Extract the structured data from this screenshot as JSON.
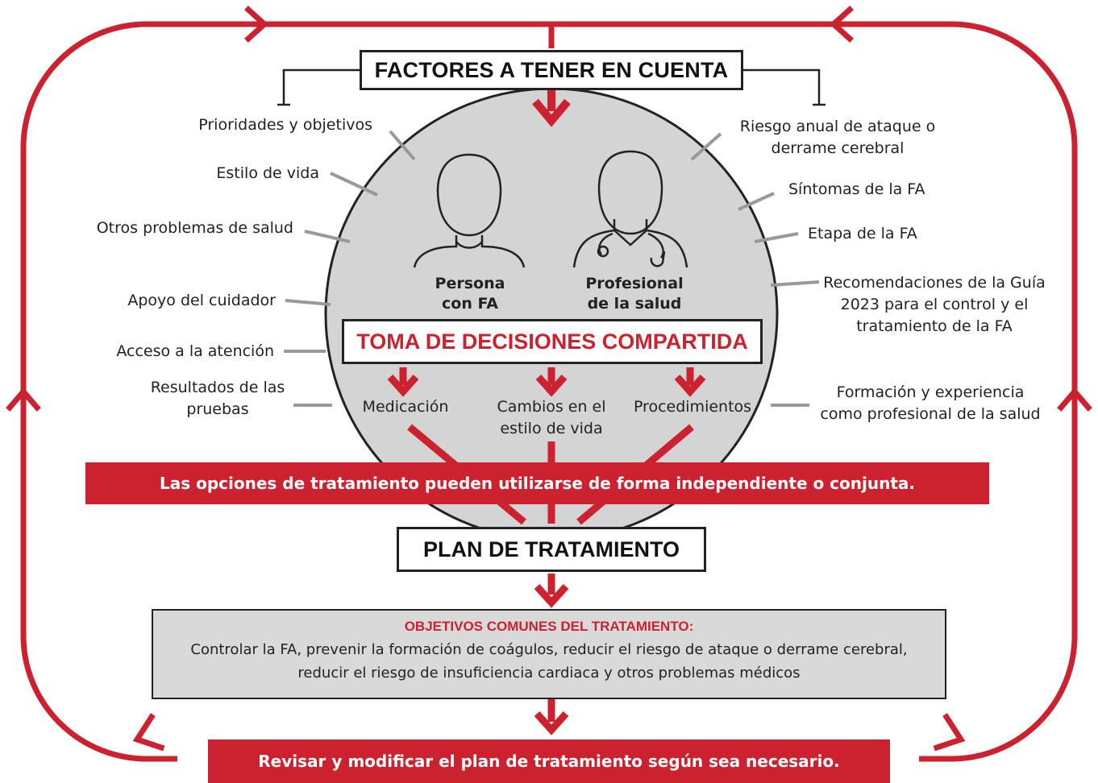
{
  "header": {
    "title": "FACTORES A TENER EN CUENTA"
  },
  "factors_left": [
    {
      "id": "priorities",
      "text": "Prioridades y objetivos"
    },
    {
      "id": "lifestyle",
      "text": "Estilo de vida"
    },
    {
      "id": "other-health",
      "text": "Otros problemas de salud"
    },
    {
      "id": "caregiver",
      "text": "Apoyo del cuidador"
    },
    {
      "id": "access",
      "text": "Acceso a la atención"
    },
    {
      "id": "tests",
      "text": "Resultados de las pruebas"
    }
  ],
  "factors_right": [
    {
      "id": "stroke-risk",
      "text": "Riesgo anual de ataque o derrame cerebral"
    },
    {
      "id": "symptoms",
      "text": "Síntomas de la FA"
    },
    {
      "id": "stage",
      "text": "Etapa de la FA"
    },
    {
      "id": "guideline",
      "text": "Recomendaciones de la Guía 2023 para el control y el tratamiento de la FA"
    },
    {
      "id": "experience",
      "text": "Formación y experiencia como profesional de la salud"
    }
  ],
  "people": {
    "patient": "Persona con FA",
    "clinician": "Profesional de la salud"
  },
  "shared_decision": "TOMA DE DECISIONES COMPARTIDA",
  "options": {
    "medication": "Medicación",
    "lifestyle_changes": "Cambios en el estilo de vida",
    "procedures": "Procedimientos"
  },
  "options_banner": "Las opciones de tratamiento pueden utilizarse de forma independiente o conjunta.",
  "plan": "PLAN DE TRATAMIENTO",
  "goals": {
    "title": "OBJETIVOS COMUNES DEL TRATAMIENTO:",
    "text": "Controlar la FA, prevenir la formación de coágulos, reducir el riesgo de ataque o derrame cerebral, reducir el riesgo de insuficiencia cardiaca y otros problemas médicos"
  },
  "review_banner": "Revisar y modificar el plan de tratamiento según sea necesario.",
  "colors": {
    "accent": "#cc2230",
    "circle": "#d4d4d4",
    "goals_box": "#d9d9d9",
    "text": "#222222"
  }
}
